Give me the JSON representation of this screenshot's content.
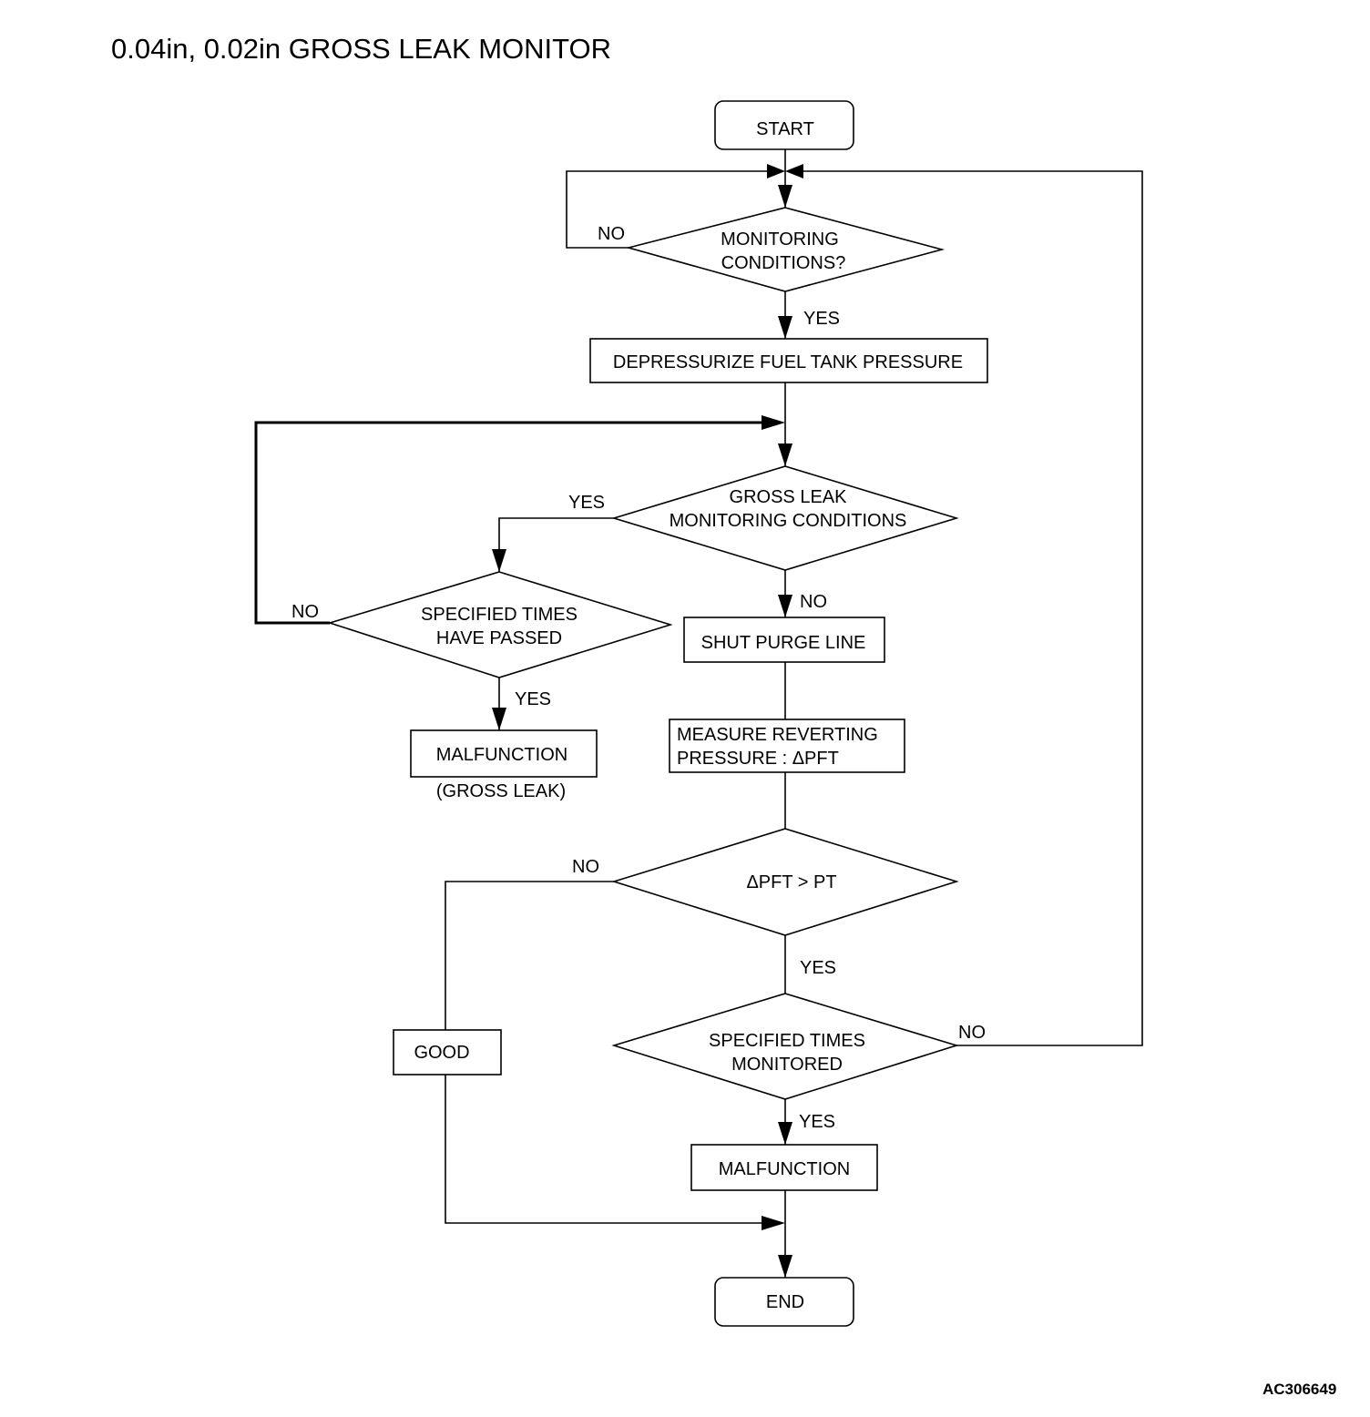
{
  "diagram": {
    "title": "0.04in, 0.02in GROSS LEAK MONITOR",
    "figure_ref": "AC306649",
    "nodes": {
      "start": [
        "START"
      ],
      "monitoring_conditions": [
        "MONITORING",
        "CONDITIONS?"
      ],
      "depressurize": [
        "DEPRESSURIZE FUEL TANK PRESSURE"
      ],
      "gross_leak_conditions": [
        "GROSS LEAK",
        "MONITORING CONDITIONS"
      ],
      "specified_times_passed": [
        "SPECIFIED TIMES",
        "HAVE PASSED"
      ],
      "malfunction_gross": [
        "MALFUNCTION"
      ],
      "malfunction_gross_note": "(GROSS LEAK)",
      "shut_purge": [
        "SHUT PURGE LINE"
      ],
      "measure_pressure": [
        "MEASURE REVERTING",
        "PRESSURE : ΔPFT"
      ],
      "pft_compare": [
        "ΔPFT > PT"
      ],
      "good": [
        "GOOD"
      ],
      "specified_times_monitored": [
        "SPECIFIED TIMES",
        "MONITORED"
      ],
      "malfunction": [
        "MALFUNCTION"
      ],
      "end": [
        "END"
      ]
    },
    "labels": {
      "mc_no": "NO",
      "mc_yes": "YES",
      "gl_yes": "YES",
      "gl_no": "NO",
      "stp_no": "NO",
      "stp_yes": "YES",
      "pft_no": "NO",
      "pft_yes": "YES",
      "stm_no": "NO",
      "stm_yes": "YES"
    }
  }
}
